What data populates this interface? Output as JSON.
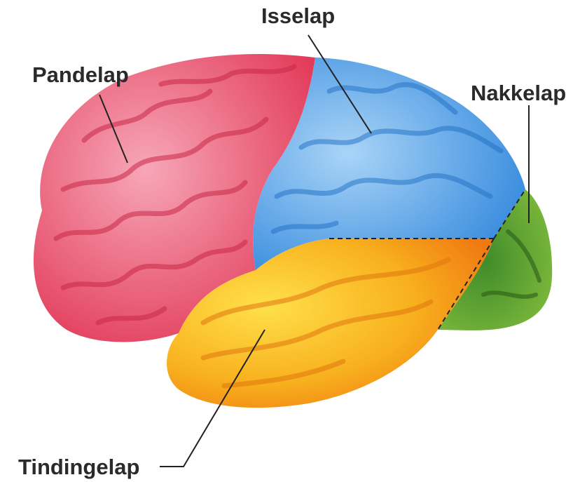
{
  "labels": {
    "frontal": "Pandelap",
    "parietal": "Isselap",
    "occipital": "Nakkelap",
    "temporal": "Tindingelap"
  },
  "colors": {
    "frontal": "#e8405e",
    "frontal_light": "#f7a7b8",
    "parietal": "#3f96e6",
    "parietal_light": "#a9d4f7",
    "occipital": "#3a7a22",
    "occipital_light": "#7fbb3c",
    "temporal": "#f59a14",
    "temporal_light": "#ffe04a",
    "label_text": "#2a2a2a"
  }
}
